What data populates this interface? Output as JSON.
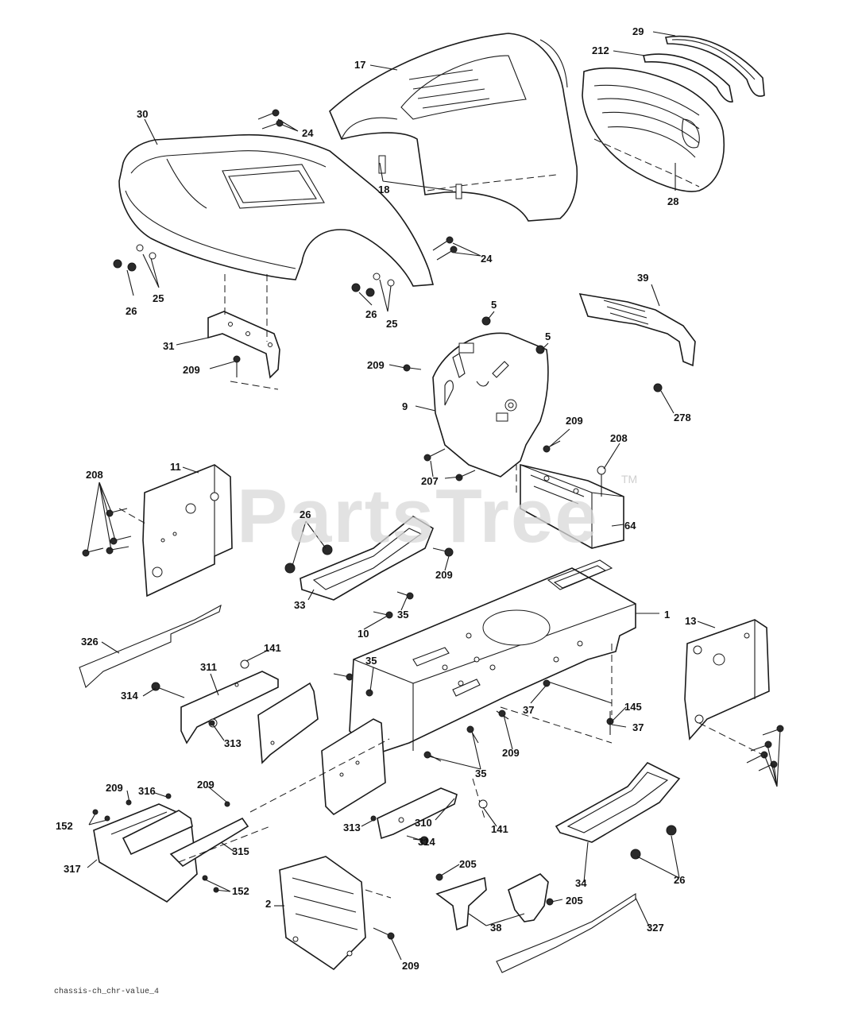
{
  "watermark": {
    "text": "PartsTree",
    "tm": "TM"
  },
  "footer": {
    "filename": "chassis-ch_chr-value_4"
  },
  "callouts": [
    "29",
    "212",
    "17",
    "30",
    "24",
    "24",
    "18",
    "28",
    "26",
    "25",
    "26",
    "25",
    "5",
    "39",
    "5",
    "31",
    "209",
    "209",
    "9",
    "278",
    "209",
    "208",
    "207",
    "64",
    "11",
    "208",
    "26",
    "209",
    "33",
    "35",
    "10",
    "1",
    "13",
    "326",
    "141",
    "311",
    "35",
    "314",
    "313",
    "37",
    "145",
    "37",
    "209",
    "35",
    "209",
    "316",
    "209",
    "152",
    "313",
    "310",
    "141",
    "315",
    "314",
    "317",
    "152",
    "34",
    "26",
    "205",
    "205",
    "2",
    "38",
    "327",
    "209"
  ]
}
